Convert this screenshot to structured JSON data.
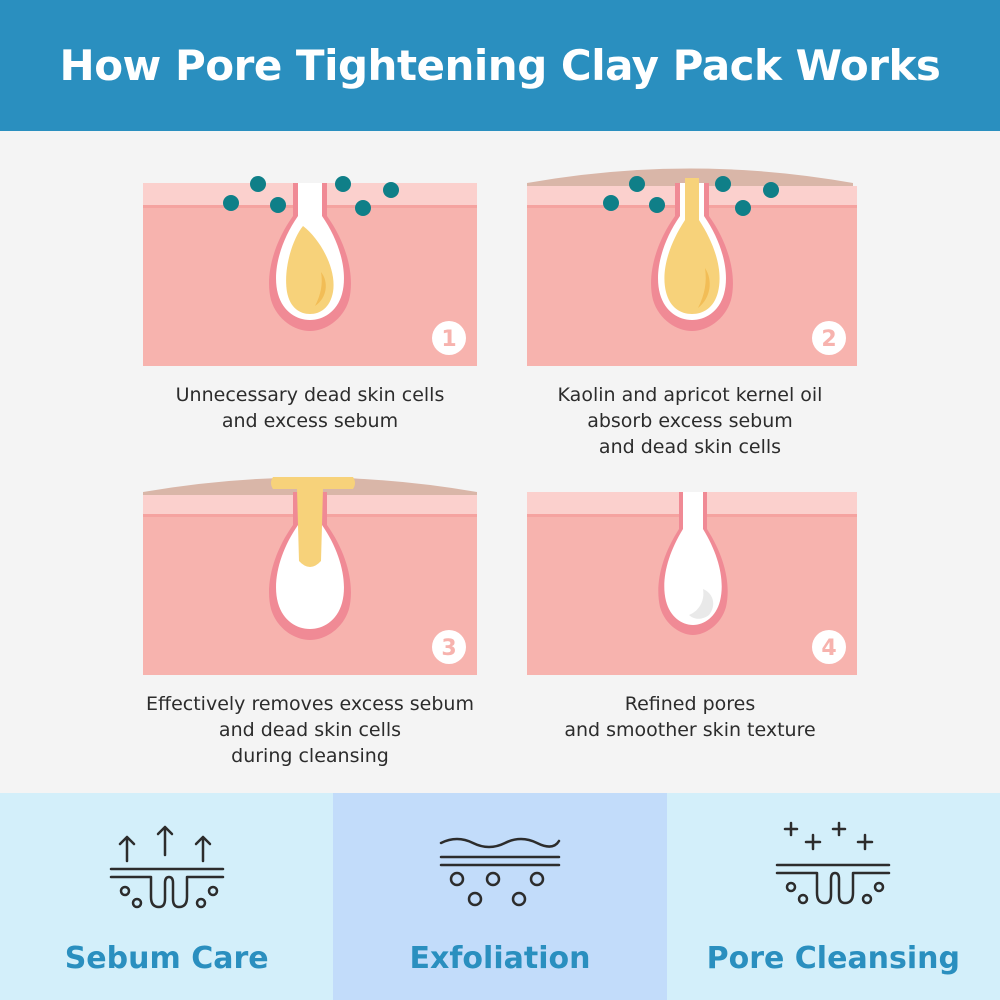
{
  "title": "How Pore Tightening Clay Pack Works",
  "colors": {
    "header_bg": "#2a8fbf",
    "skin": "#f7b3ae",
    "skin_top": "#fbd0cd",
    "pore_rim": "#f08a95",
    "sebum": "#f7d27a",
    "clay": "#d9b6a8",
    "particles": "#0f7f88",
    "accent_text": "#2a8fbf"
  },
  "steps": [
    {
      "number": "1",
      "caption_lines": [
        "Unnecessary dead skin cells",
        "and excess sebum"
      ]
    },
    {
      "number": "2",
      "caption_lines": [
        "Kaolin and apricot kernel oil",
        "absorb excess sebum",
        "and dead skin cells"
      ]
    },
    {
      "number": "3",
      "caption_lines": [
        "Effectively removes excess sebum",
        "and dead skin cells",
        "during cleansing"
      ]
    },
    {
      "number": "4",
      "caption_lines": [
        "Refined pores",
        "and smoother skin texture"
      ]
    }
  ],
  "benefits": [
    {
      "label": "Sebum Care",
      "icon": "sebum-care-icon",
      "bg": "#d3effa"
    },
    {
      "label": "Exfoliation",
      "icon": "exfoliation-icon",
      "bg": "#c2dcfa"
    },
    {
      "label": "Pore Cleansing",
      "icon": "pore-cleansing-icon",
      "bg": "#d3effa"
    }
  ]
}
